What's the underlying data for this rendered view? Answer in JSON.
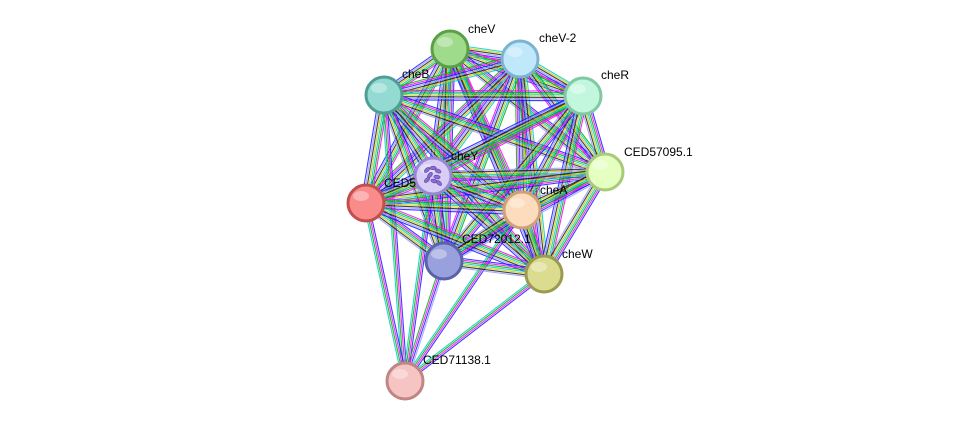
{
  "network": {
    "query_protein": "cheY",
    "edge_colors": [
      "#1a1aff",
      "#ff00ff",
      "#00b000",
      "#00cccc",
      "#cccc00",
      "#202020",
      "#9999ff"
    ],
    "nodes": [
      {
        "id": "cheV",
        "label": "cheV",
        "fill": "#9fdb8a",
        "stroke": "#5aa046"
      },
      {
        "id": "cheV-2",
        "label": "cheV-2",
        "fill": "#bfe8fb",
        "stroke": "#7fb2d0"
      },
      {
        "id": "cheB",
        "label": "cheB",
        "fill": "#93dbd2",
        "stroke": "#4f9e94"
      },
      {
        "id": "cheR",
        "label": "cheR",
        "fill": "#c2f7dd",
        "stroke": "#7fc9a3"
      },
      {
        "id": "CED57095.1",
        "label": "CED57095.1",
        "fill": "#e4ffc0",
        "stroke": "#a7cb79"
      },
      {
        "id": "cheY",
        "label": "cheY",
        "fill": "#d8cdf5",
        "stroke": "#9b86d6"
      },
      {
        "id": "CED5",
        "label": "CED5",
        "fill": "#f98b8b",
        "stroke": "#c24e4e"
      },
      {
        "id": "cheA",
        "label": "cheA",
        "fill": "#fcdcbd",
        "stroke": "#cfa178"
      },
      {
        "id": "CED72012.1",
        "label": "CED72012.1",
        "fill": "#99a0de",
        "stroke": "#5a62a8"
      },
      {
        "id": "cheW",
        "label": "cheW",
        "fill": "#dcdc90",
        "stroke": "#9b9b4f"
      },
      {
        "id": "CED71138.1",
        "label": "CED71138.1",
        "fill": "#f7c4c4",
        "stroke": "#c08686"
      }
    ]
  }
}
